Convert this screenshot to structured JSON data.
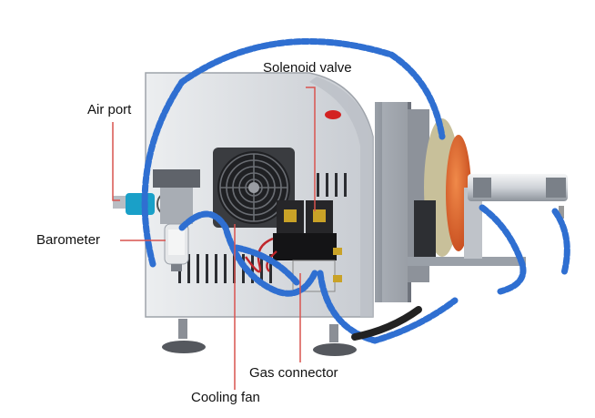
{
  "labels": {
    "solenoid_valve": "Solenoid valve",
    "air_port": "Air port",
    "barometer": "Barometer",
    "gas_connector": "Gas connector",
    "cooling_fan": "Cooling fan"
  },
  "colors": {
    "leader_line": "#d9534f",
    "housing": "#d6d9de",
    "hose": "#2f6fd1",
    "orange_disc": "#e0622a"
  }
}
